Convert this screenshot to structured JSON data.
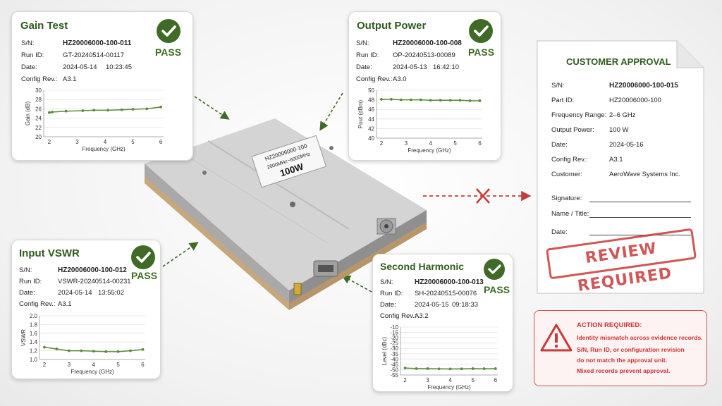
{
  "colors": {
    "accent_green": "#3f6b26",
    "title_green": "#2f5a1e",
    "line_green": "#5a8a3a",
    "alert_red": "#c83a3a"
  },
  "gain_test": {
    "title": "Gain Test",
    "status": "PASS",
    "labels": {
      "sn": "S/N:",
      "run": "Run ID:",
      "date": "Date:",
      "config": "Config Rev.:"
    },
    "sn": "HZ20006000-100-011",
    "run_id": "GT-20240514-00117",
    "date": "2024-05-14",
    "time": "10:23:45",
    "config": "A3.1",
    "chart_data": {
      "type": "line",
      "xlabel": "Frequency (GHz)",
      "ylabel": "Gain (dB)",
      "xlim": [
        1.8,
        6.1
      ],
      "ylim": [
        20,
        30
      ],
      "xticks": [
        "2",
        "3",
        "4",
        "5",
        "6"
      ],
      "yticks": [
        "30",
        "28",
        "26",
        "24",
        "22",
        "20"
      ],
      "x": [
        2,
        2.1,
        2.6,
        3.2,
        3.6,
        4.1,
        4.6,
        5.0,
        5.5,
        6.0
      ],
      "values": [
        25.2,
        25.3,
        25.5,
        25.6,
        25.7,
        25.7,
        25.8,
        25.9,
        26.0,
        26.4
      ]
    }
  },
  "output_power": {
    "title": "Output Power",
    "status": "PASS",
    "labels": {
      "sn": "S/N:",
      "run": "Run ID:",
      "date": "Date:",
      "config": "Config Rev.:"
    },
    "sn": "HZ20006000-100-008",
    "run_id": "OP-20240513-00089",
    "date": "2024-05-13",
    "time": "16:42:10",
    "config": "A3.0",
    "chart_data": {
      "type": "line",
      "xlabel": "Frequency (GHz)",
      "ylabel": "Pout (dBm)",
      "xlim": [
        1.8,
        6.1
      ],
      "ylim": [
        40,
        50
      ],
      "xticks": [
        "2",
        "3",
        "4",
        "5",
        "6"
      ],
      "yticks": [
        "50",
        "48",
        "46",
        "44",
        "42",
        "40"
      ],
      "x": [
        2,
        2.4,
        2.8,
        3.2,
        3.6,
        4.0,
        4.4,
        4.8,
        5.2,
        5.6,
        6.0
      ],
      "values": [
        48.1,
        48.1,
        48.0,
        48.0,
        48.0,
        47.9,
        47.9,
        47.9,
        47.9,
        47.8,
        47.8
      ]
    }
  },
  "input_vswr": {
    "title": "Input VSWR",
    "status": "PASS",
    "labels": {
      "sn": "S/N:",
      "run": "Run ID:",
      "date": "Date:",
      "config": "Config Rev.:"
    },
    "sn": "HZ20006000-100-012",
    "run_id": "VSWR-20240514-00231",
    "date": "2024-05-14",
    "time": "13:55:02",
    "config": "A3.1",
    "chart_data": {
      "type": "line",
      "xlabel": "Frequency (GHz)",
      "ylabel": "VSWR",
      "xlim": [
        1.8,
        6.1
      ],
      "ylim": [
        1.0,
        2.0
      ],
      "xticks": [
        "2",
        "3",
        "4",
        "5",
        "6"
      ],
      "yticks": [
        "2.0",
        "1.8",
        "1.6",
        "1.4",
        "1.2",
        "1.0"
      ],
      "x": [
        2,
        2.5,
        3,
        3.5,
        4,
        4.5,
        5,
        5.5,
        6
      ],
      "values": [
        1.28,
        1.24,
        1.2,
        1.2,
        1.19,
        1.18,
        1.18,
        1.2,
        1.23
      ]
    }
  },
  "second_harmonic": {
    "title": "Second Harmonic",
    "status": "PASS",
    "labels": {
      "sn": "S/N:",
      "run": "Run ID:",
      "date": "Date:",
      "config": "Config Rev.:"
    },
    "sn": "HZ20006000-100-013",
    "run_id": "SH-20240515-00076",
    "date": "2024-05-15",
    "time": "09:18:33",
    "config": "A3.2",
    "chart_data": {
      "type": "line",
      "xlabel": "Frequency (GHz)",
      "ylabel": "Level (dBc)",
      "xlim": [
        1.8,
        6.1
      ],
      "ylim": [
        -55,
        -10
      ],
      "xticks": [
        "2",
        "3",
        "4",
        "5",
        "6"
      ],
      "yticks": [
        "-10",
        "-15",
        "-20",
        "-25",
        "-30",
        "-35",
        "-40",
        "-45",
        "-50",
        "-55"
      ],
      "x": [
        2,
        2.5,
        3,
        3.5,
        4,
        4.5,
        5,
        5.5,
        6
      ],
      "values": [
        -48.5,
        -49.0,
        -49.0,
        -49.2,
        -49.3,
        -49.2,
        -49.0,
        -49.1,
        -49.0
      ]
    }
  },
  "device_label": {
    "line1": "HZ20006000-100",
    "line2": "2000MHz~6000MHz",
    "line3": "100W"
  },
  "approval": {
    "title": "CUSTOMER APPROVAL",
    "fields": [
      {
        "label": "S/N:",
        "value": "HZ20006000-100-015"
      },
      {
        "label": "Part ID:",
        "value": "HZ20006000-100"
      },
      {
        "label": "Frequency Range:",
        "value": "2–6 GHz"
      },
      {
        "label": "Output Power:",
        "value": "100 W"
      },
      {
        "label": "Date:",
        "value": "2024-05-16"
      },
      {
        "label": "Config Rev.:",
        "value": "A3.1"
      },
      {
        "label": "Customer:",
        "value": "AeroWave Systems Inc."
      }
    ],
    "signature_label": "Signature:",
    "name_label": "Name / Title:",
    "date_label": "Date:",
    "stamp": "REVIEW REQUIRED"
  },
  "action": {
    "heading": "ACTION REQUIRED:",
    "lines": [
      "Identity mismatch across evidence records.",
      "S/N, Run ID, or configuration revision",
      "do not match the approval unit.",
      "Mixed records prevent approval."
    ]
  }
}
